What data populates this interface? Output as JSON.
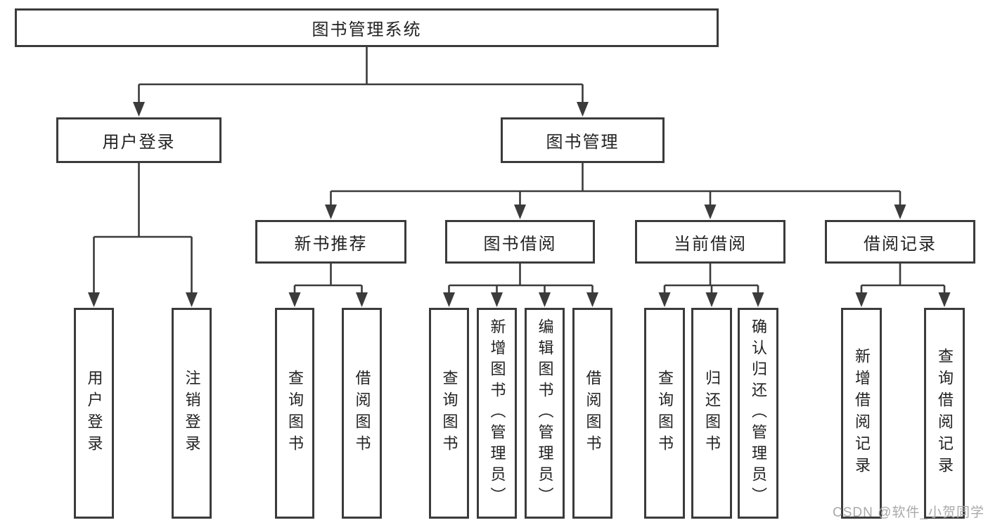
{
  "colors": {
    "line": "#3b3b3b",
    "box_border": "#3b3b3b",
    "text": "#222222",
    "background": "#ffffff",
    "watermark": "#a9a9a9"
  },
  "watermark": "CSDN @软件_小贺同学",
  "tree": {
    "root": {
      "label": "图书管理系统",
      "children": [
        {
          "label": "用户登录",
          "children": [
            {
              "label": "用户登录"
            },
            {
              "label": "注销登录"
            }
          ]
        },
        {
          "label": "图书管理",
          "children": [
            {
              "label": "新书推荐",
              "children": [
                {
                  "label": "查询图书"
                },
                {
                  "label": "借阅图书"
                }
              ]
            },
            {
              "label": "图书借阅",
              "children": [
                {
                  "label": "查询图书"
                },
                {
                  "label": "新增图书（管理员）"
                },
                {
                  "label": "编辑图书（管理员）"
                },
                {
                  "label": "借阅图书"
                }
              ]
            },
            {
              "label": "当前借阅",
              "children": [
                {
                  "label": "查询图书"
                },
                {
                  "label": "归还图书"
                },
                {
                  "label": "确认归还（管理员）"
                }
              ]
            },
            {
              "label": "借阅记录",
              "children": [
                {
                  "label": "新增借阅记录"
                },
                {
                  "label": "查询借阅记录"
                }
              ]
            }
          ]
        }
      ]
    }
  }
}
